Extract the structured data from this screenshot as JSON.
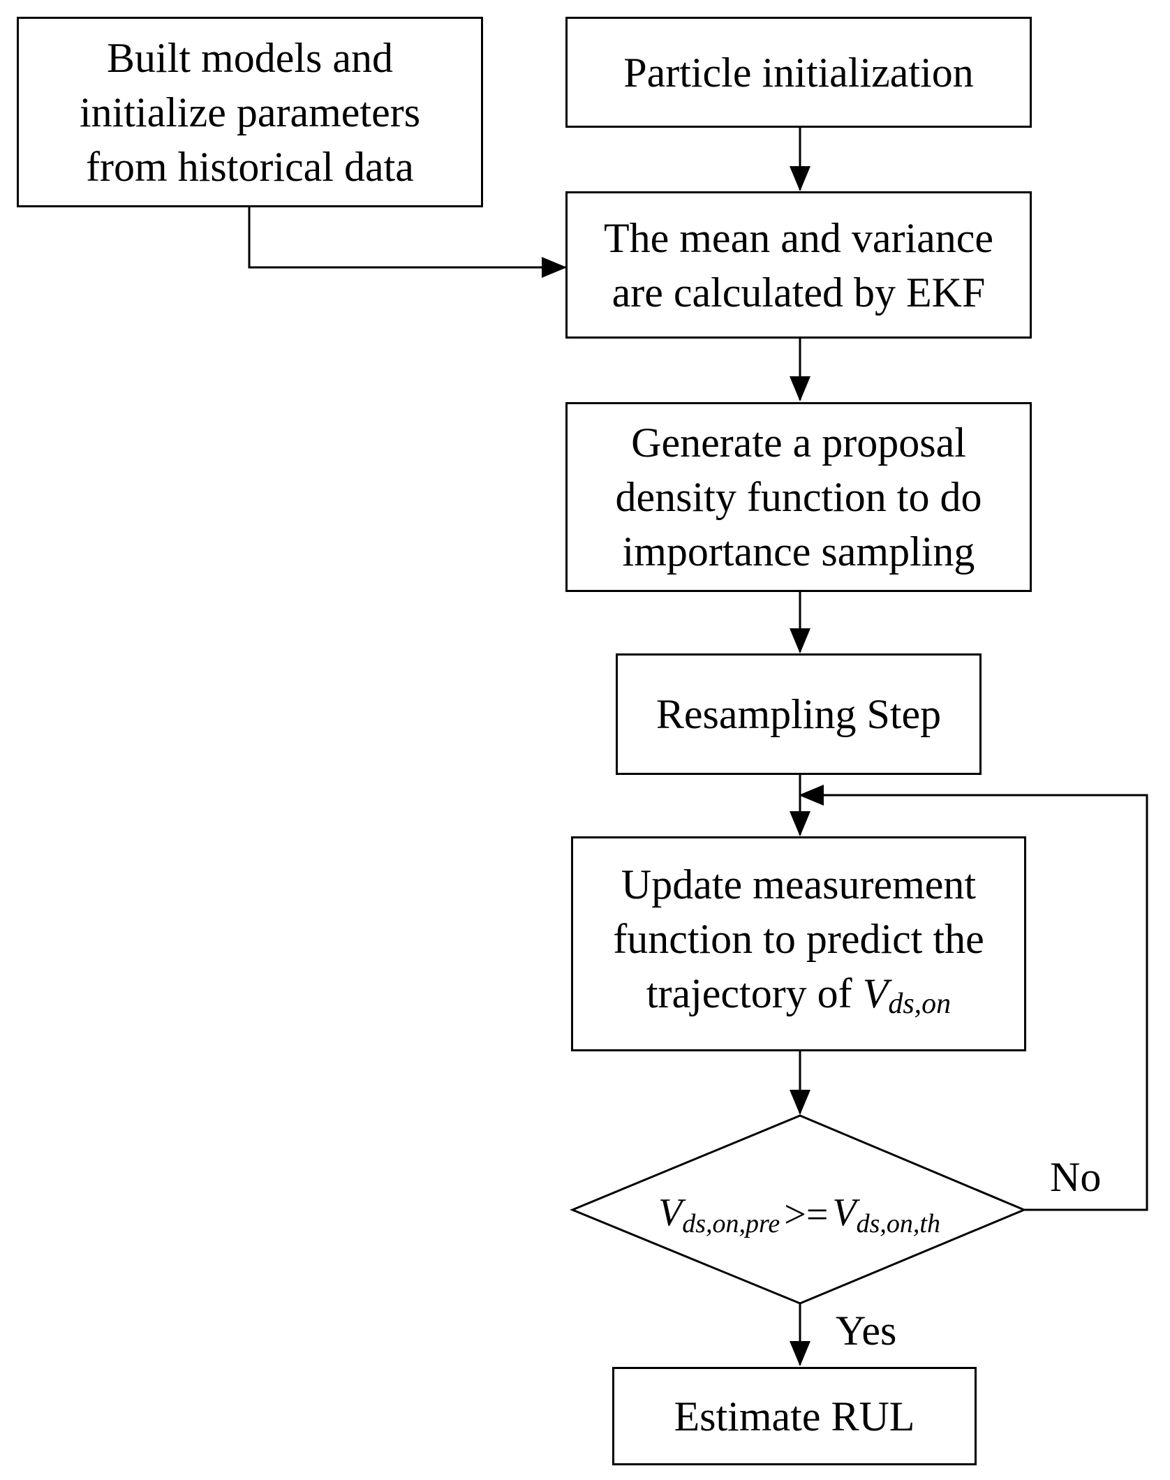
{
  "nodes": {
    "historical": {
      "label": "Built models and\ninitialize parameters\nfrom historical data"
    },
    "particle_init": {
      "label": "Particle initialization"
    },
    "ekf": {
      "label": "The mean and variance\nare calculated by EKF"
    },
    "proposal": {
      "label": "Generate a proposal\ndensity function to do\nimportance sampling"
    },
    "resampling": {
      "label": "Resampling Step"
    },
    "update": {
      "label": "Update measurement\nfunction to predict the\ntrajectory of ",
      "var_main": "V",
      "var_sub": "ds,on"
    },
    "decision": {
      "lhs_main": "V",
      "lhs_sub": "ds,on,pre",
      "operator": ">=",
      "rhs_main": "V",
      "rhs_sub": "ds,on,th"
    },
    "estimate": {
      "label": "Estimate RUL"
    }
  },
  "edges": {
    "no_label": "No",
    "yes_label": "Yes"
  }
}
